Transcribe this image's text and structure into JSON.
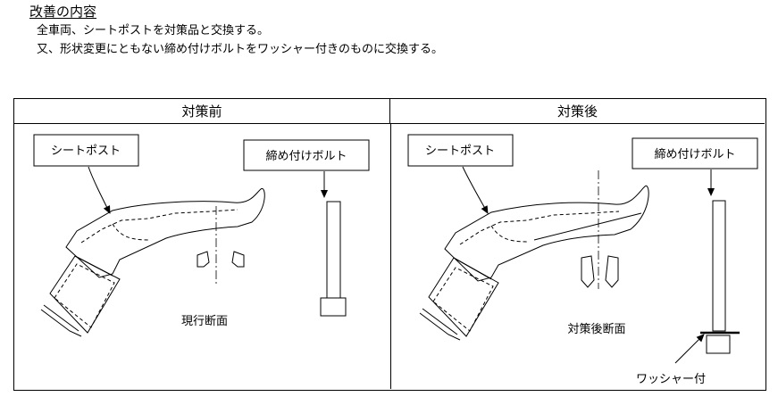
{
  "heading": "改善の内容",
  "lines": [
    "全車両、シートポストを対策品と交換する。",
    "又、形状変更にともない締め付けボルトをワッシャー付きのものに交換する。"
  ],
  "table": {
    "before": {
      "header": "対策前",
      "labels": {
        "seatpost": "シートポスト",
        "bolt": "締め付けボルト",
        "section": "現行断面"
      }
    },
    "after": {
      "header": "対策後",
      "labels": {
        "seatpost": "シートポスト",
        "bolt": "締め付けボルト",
        "section": "対策後断面",
        "washer": "ワッシャー付"
      }
    }
  }
}
